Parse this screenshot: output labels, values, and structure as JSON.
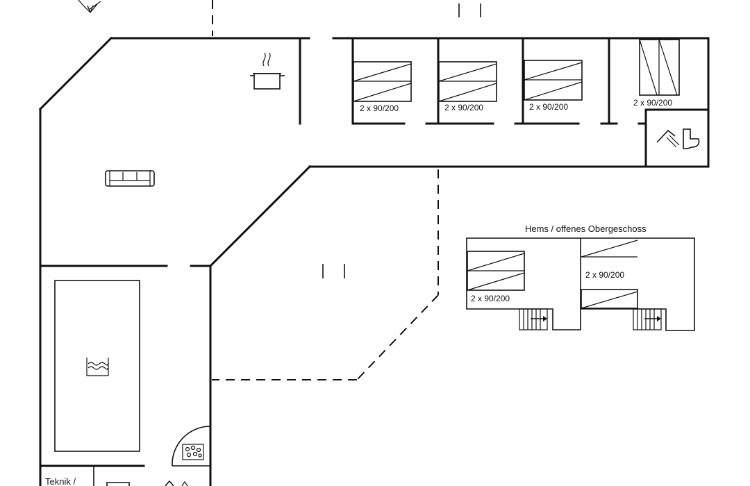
{
  "plan": {
    "bed_labels": [
      "2 x 90/200",
      "2 x 90/200",
      "2 x 90/200",
      "2 x 90/200"
    ],
    "loft_title": "Hems / offenes Obergeschoss",
    "loft_bed_labels": [
      "2 x 90/200",
      "2 x 90/200"
    ],
    "room_label_technik": "Teknik /"
  },
  "icons": {
    "kitchen": "cooking-pot-icon",
    "living": "sofa-icon",
    "pool": "pool-icon",
    "bathroom": [
      "shower-icon",
      "toilet-icon"
    ],
    "sauna": "sauna-stones-icon",
    "stairs": "stairs-icon",
    "compass": "compass-icon"
  }
}
